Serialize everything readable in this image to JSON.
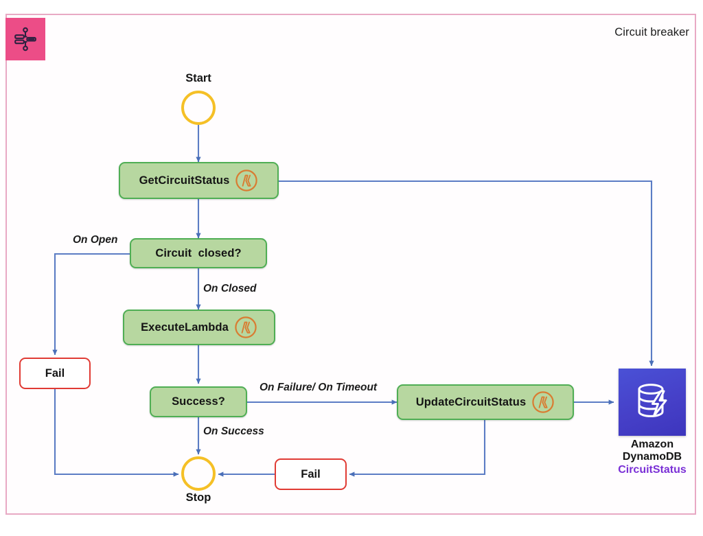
{
  "diagram": {
    "title": "Circuit breaker",
    "badge_icon": "workflow-icon",
    "frame_color": "#e8a9c4",
    "badge_color": "#ec4d87",
    "connector_color": "#5b7cc4"
  },
  "nodes": {
    "start": {
      "label": "Start",
      "kind": "start-state",
      "color": "#f5c026"
    },
    "get_circuit_status": {
      "label": "GetCircuitStatus",
      "kind": "lambda-task",
      "icon": "aws-lambda-icon",
      "fill": "#b7d7a0",
      "stroke": "#4fae54"
    },
    "circuit_closed": {
      "label": "Circuit  closed?",
      "kind": "choice",
      "fill": "#b7d7a0",
      "stroke": "#4fae54"
    },
    "execute_lambda": {
      "label": "ExecuteLambda",
      "kind": "lambda-task",
      "icon": "aws-lambda-icon",
      "fill": "#b7d7a0",
      "stroke": "#4fae54"
    },
    "success": {
      "label": "Success?",
      "kind": "choice",
      "fill": "#b7d7a0",
      "stroke": "#4fae54"
    },
    "update_circuit_status": {
      "label": "UpdateCircuitStatus",
      "kind": "lambda-task",
      "icon": "aws-lambda-icon",
      "fill": "#b7d7a0",
      "stroke": "#4fae54"
    },
    "fail_left": {
      "label": "Fail",
      "kind": "fail-state",
      "stroke": "#e03a33"
    },
    "fail_right": {
      "label": "Fail",
      "kind": "fail-state",
      "stroke": "#e03a33"
    },
    "stop": {
      "label": "Stop",
      "kind": "end-state",
      "color": "#f5c026"
    }
  },
  "resource": {
    "icon": "amazon-dynamodb-icon",
    "name_line1": "Amazon",
    "name_line2": "DynamoDB",
    "table_name": "CircuitStatus",
    "tile_color": "#4640c8",
    "table_color": "#7a2fd6"
  },
  "edges": [
    {
      "id": "on-open",
      "label": "On Open",
      "from": "circuit_closed",
      "to": "fail_left"
    },
    {
      "id": "on-closed",
      "label": "On Closed",
      "from": "circuit_closed",
      "to": "execute_lambda"
    },
    {
      "id": "on-failure-timeout",
      "label": "On Failure/ On Timeout",
      "from": "success",
      "to": "update_circuit_status"
    },
    {
      "id": "on-success",
      "label": "On Success",
      "from": "success",
      "to": "stop"
    }
  ]
}
